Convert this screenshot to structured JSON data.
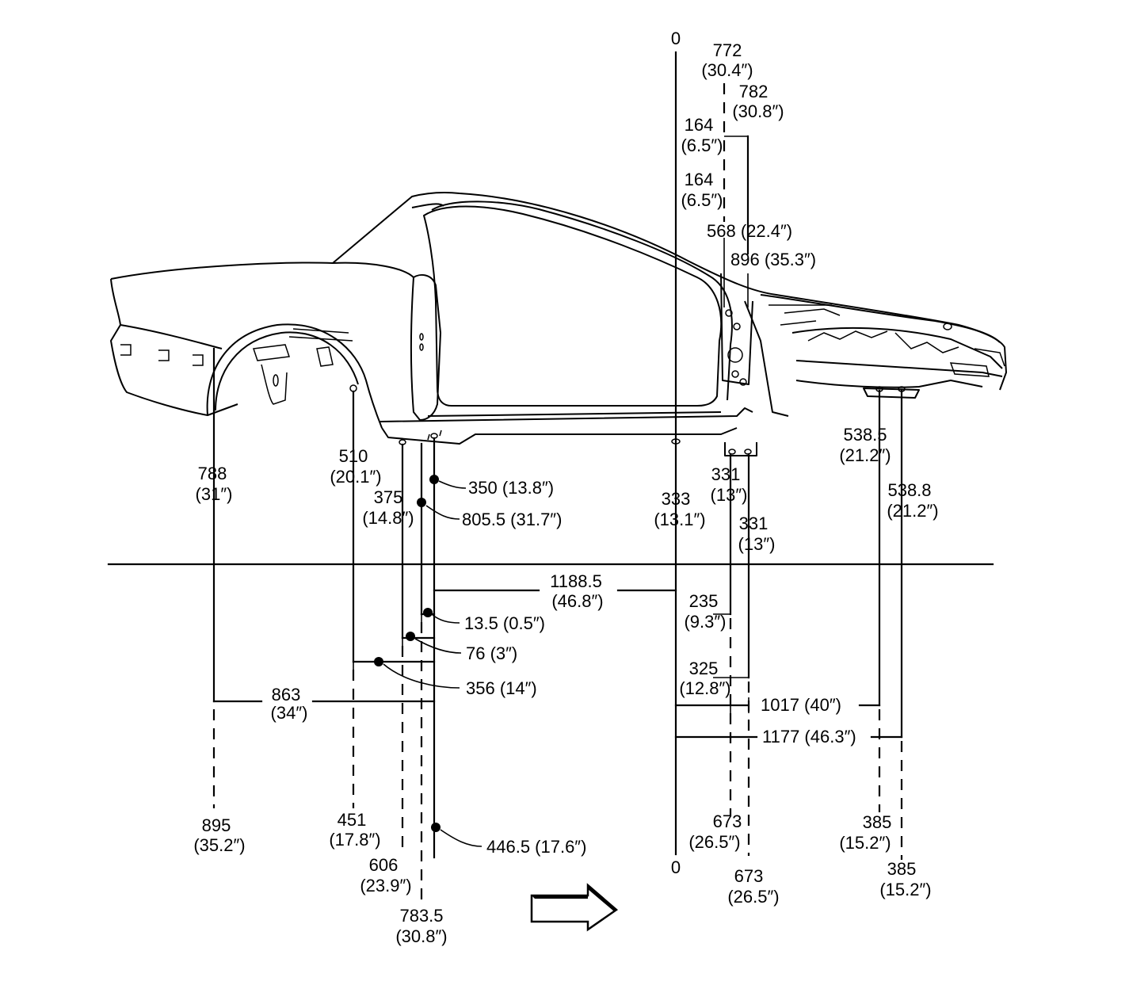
{
  "labels": {
    "zero_top": "0",
    "zero_bottom": "0",
    "m772": "772",
    "m772_in": "(30.4″)",
    "m782": "782",
    "m782_in": "(30.8″)",
    "m164a": "164",
    "m164a_in": "(6.5″)",
    "m164b": "164",
    "m164b_in": "(6.5″)",
    "m568": "568 (22.4″)",
    "m896": "896 (35.3″)",
    "m788": "788",
    "m788_in": "(31″)",
    "m510": "510",
    "m510_in": "(20.1″)",
    "m375": "375",
    "m375_in": "(14.8″)",
    "m350": "350 (13.8″)",
    "m805": "805.5 (31.7″)",
    "m333": "333",
    "m333_in": "(13.1″)",
    "m331a": "331",
    "m331a_in": "(13″)",
    "m331b": "331",
    "m331b_in": "(13″)",
    "m538_5": "538.5",
    "m538_5_in": "(21.2″)",
    "m538_8": "538.8",
    "m538_8_in": "(21.2″)",
    "m1188": "1188.5",
    "m1188_in": "(46.8″)",
    "m235": "235",
    "m235_in": "(9.3″)",
    "m13_5": "13.5 (0.5″)",
    "m76": "76 (3″)",
    "m356": "356 (14″)",
    "m325": "325",
    "m325_in": "(12.8″)",
    "m863": "863",
    "m863_in": "(34″)",
    "m1017": "1017 (40″)",
    "m1177": "1177 (46.3″)",
    "m895": "895",
    "m895_in": "(35.2″)",
    "m451": "451",
    "m451_in": "(17.8″)",
    "m606": "606",
    "m606_in": "(23.9″)",
    "m783": "783.5",
    "m783_in": "(30.8″)",
    "m446": "446.5 (17.6″)",
    "m673a": "673",
    "m673a_in": "(26.5″)",
    "m673b": "673",
    "m673b_in": "(26.5″)",
    "m385a": "385",
    "m385a_in": "(15.2″)",
    "m385b": "385",
    "m385b_in": "(15.2″)"
  },
  "icons": {
    "direction": "forward-arrow-icon"
  },
  "colors": {
    "ink": "#000000",
    "paper": "#ffffff"
  }
}
